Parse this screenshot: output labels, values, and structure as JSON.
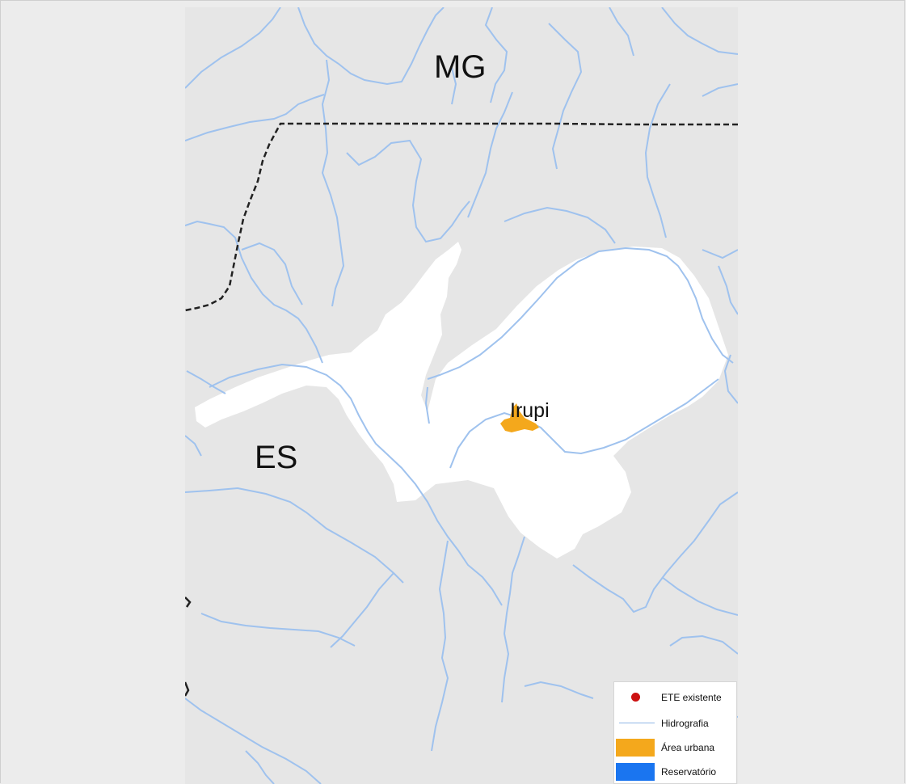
{
  "map": {
    "state_labels": [
      "MG",
      "ES"
    ],
    "city_label": "Irupi",
    "colors": {
      "background": "#e6e6e6",
      "basin": "#ffffff",
      "river": "#9fc2ee",
      "urban": "#f4a81c",
      "border": "#222222"
    }
  },
  "legend": {
    "items": [
      {
        "label": "ETE existente",
        "symbol": "red-dot-icon",
        "color": "#cc1111"
      },
      {
        "label": "Hidrografia",
        "symbol": "line-icon",
        "color": "#8fb6e6"
      },
      {
        "label": "Área urbana",
        "symbol": "orange-box-icon",
        "color": "#f4a81c"
      },
      {
        "label": "Reservatório",
        "symbol": "blue-box-icon",
        "color": "#1a75f0"
      }
    ]
  }
}
